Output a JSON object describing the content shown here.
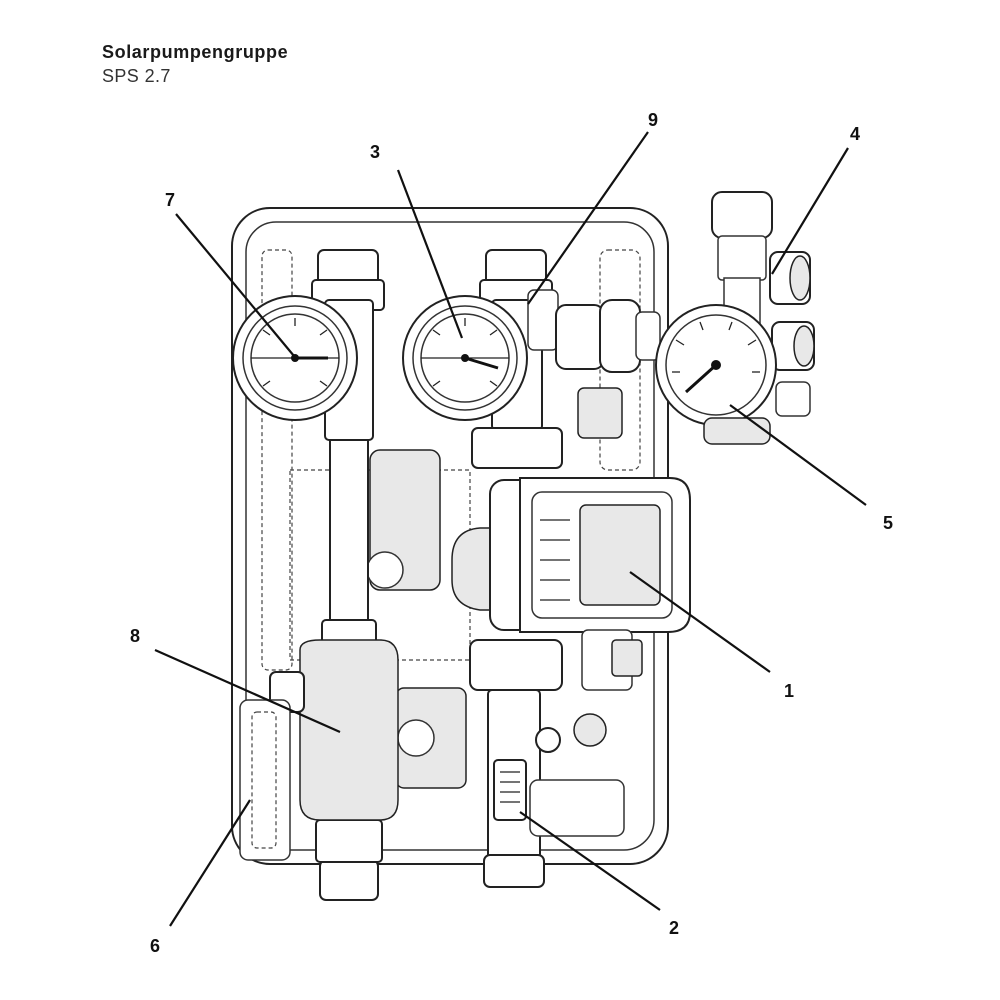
{
  "header": {
    "title": "Solarpumpengruppe",
    "subtitle": "SPS 2.7"
  },
  "callouts": [
    {
      "label": "1"
    },
    {
      "label": "2"
    },
    {
      "label": "3"
    },
    {
      "label": "4"
    },
    {
      "label": "5"
    },
    {
      "label": "6"
    },
    {
      "label": "7"
    },
    {
      "label": "8"
    },
    {
      "label": "9"
    }
  ]
}
